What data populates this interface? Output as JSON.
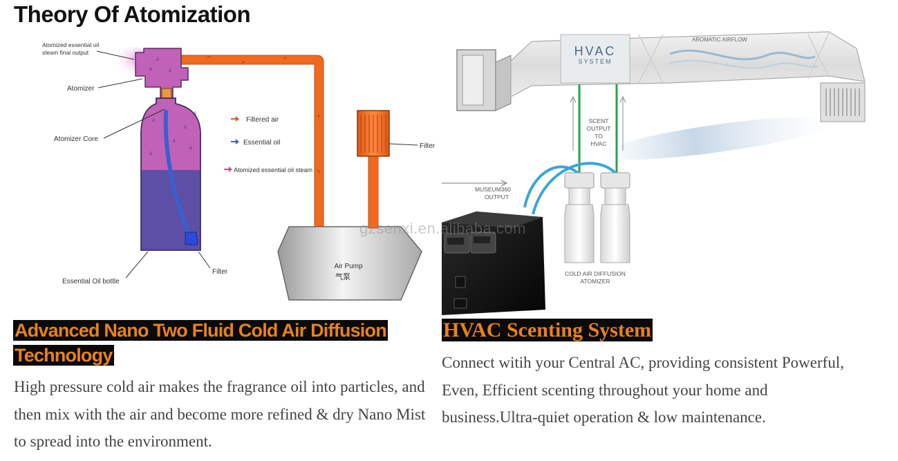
{
  "left": {
    "page_title": "Theory Of Atomization",
    "diagram_labels": {
      "final_output": [
        "Atomized essential oil",
        "steam final output"
      ],
      "atomizer": "Atomizer",
      "atomizer_core": "Atomizer Core",
      "essential_oil_bottle": "Essential Oil bottle",
      "filter_bottom": "Filter",
      "filter_right": "Filter",
      "air_pump": "Air Pump",
      "air_pump_cn": "气泵",
      "legend_filtered_air": "Filtered air",
      "legend_essential_oil": "Essential oil",
      "legend_atomized_steam": "Atomized essential oil steam"
    },
    "heading": "Advanced Nano Two Fluid Cold Air Diffusion Technology",
    "body": "High pressure cold air makes the fragrance oil into particles, and then mix with the air and become more refined & dry Nano Mist to spread into the environment."
  },
  "right": {
    "diagram_labels": {
      "hvac_line1": "HVAC",
      "hvac_line2": "SYSTEM",
      "aromatic_airflow": "AROMATIC AIRFLOW",
      "scent_output": [
        "SCENT",
        "OUTPUT",
        "TO",
        "HVAC"
      ],
      "museum_output": [
        "MUSEUM360",
        "OUTPUT"
      ],
      "diffusion_atomizer": [
        "COLD AIR DIFFUSION",
        "ATOMIZER"
      ]
    },
    "heading": "HVAC Scenting System",
    "body": "Connect witih your Central AC, providing consistent Powerful, Even, Efficient scenting throughout your home and business.Ultra-quiet operation & low maintenance."
  },
  "watermark": "gzsenxi.en.alibaba.com",
  "colors": {
    "heading_text": "#e8821a",
    "heading_bg": "#0a0a0a",
    "pipe_orange": "#ef6a1e",
    "oil_blue": "#3a5fd0",
    "bottle_pink": "#c062b8",
    "bottle_purple": "#5d4fa6"
  }
}
